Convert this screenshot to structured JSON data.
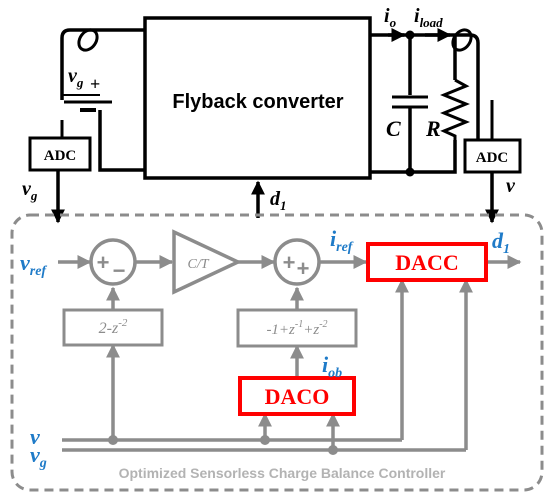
{
  "converter": {
    "block_label": "Flyback converter",
    "input_voltage": "v",
    "input_voltage_sub": "g",
    "output_current": "i",
    "output_current_sub": "o",
    "load_current": "i",
    "load_current_sub": "load",
    "capacitor_label": "C",
    "resistor_label": "R",
    "adc_left_label": "ADC",
    "adc_right_label": "ADC",
    "vg_out": "v",
    "vg_out_sub": "g",
    "v_out": "v",
    "duty_label": "d",
    "duty_label_sub": "1"
  },
  "controller": {
    "vref": "v",
    "vref_sub": "ref",
    "ct_label": "C/T",
    "iref": "i",
    "iref_sub": "ref",
    "dacc_label": "DACC",
    "d1_label": "d",
    "d1_sub": "1",
    "filter_left_label": "2-z",
    "filter_left_exp": "-2",
    "filter_mid_label_a": "-1+z",
    "filter_mid_exp_a": "-1",
    "filter_mid_label_b": "+z",
    "filter_mid_exp_b": "-2",
    "iob": "i",
    "iob_sub": "ob",
    "daco_label": "DACO",
    "v_label": "v",
    "vg_label": "v",
    "vg_label_sub": "g",
    "caption": "Optimized Sensorless Charge Balance Controller",
    "sum1_plus": "+",
    "sum1_minus": "−",
    "sum2_plus_a": "+",
    "sum2_plus_b": "+"
  },
  "colors": {
    "black": "#000000",
    "gray": "#8c8c8c",
    "red": "#ff0000",
    "blue": "#1f7bc8"
  }
}
